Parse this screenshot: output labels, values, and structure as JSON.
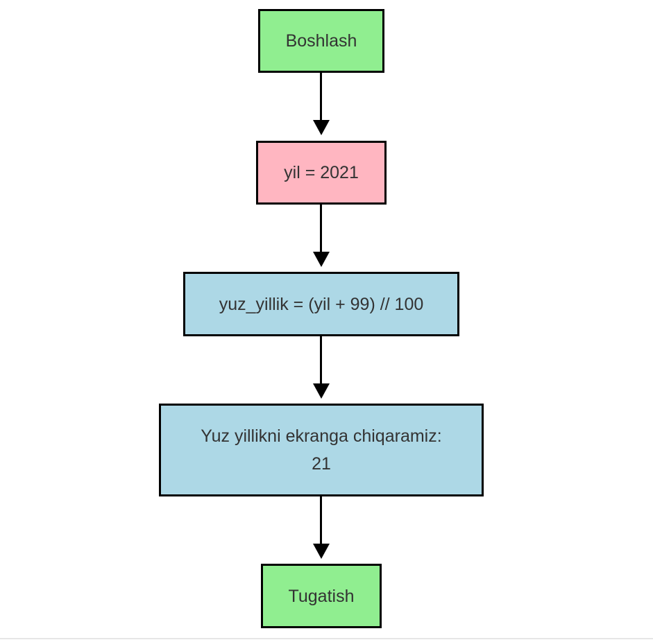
{
  "colors": {
    "terminal_fill": "#90EE90",
    "assign_fill": "#FFB6C1",
    "process_fill": "#ADD8E6",
    "border": "#000000",
    "text": "#333333"
  },
  "nodes": {
    "start": {
      "label": "Boshlash"
    },
    "assign": {
      "label": "yil = 2021"
    },
    "calc": {
      "label": "yuz_yillik = (yil + 99) // 100"
    },
    "output": {
      "line1": "Yuz yillikni ekranga chiqaramiz:",
      "line2": "21"
    },
    "end": {
      "label": "Tugatish"
    }
  }
}
